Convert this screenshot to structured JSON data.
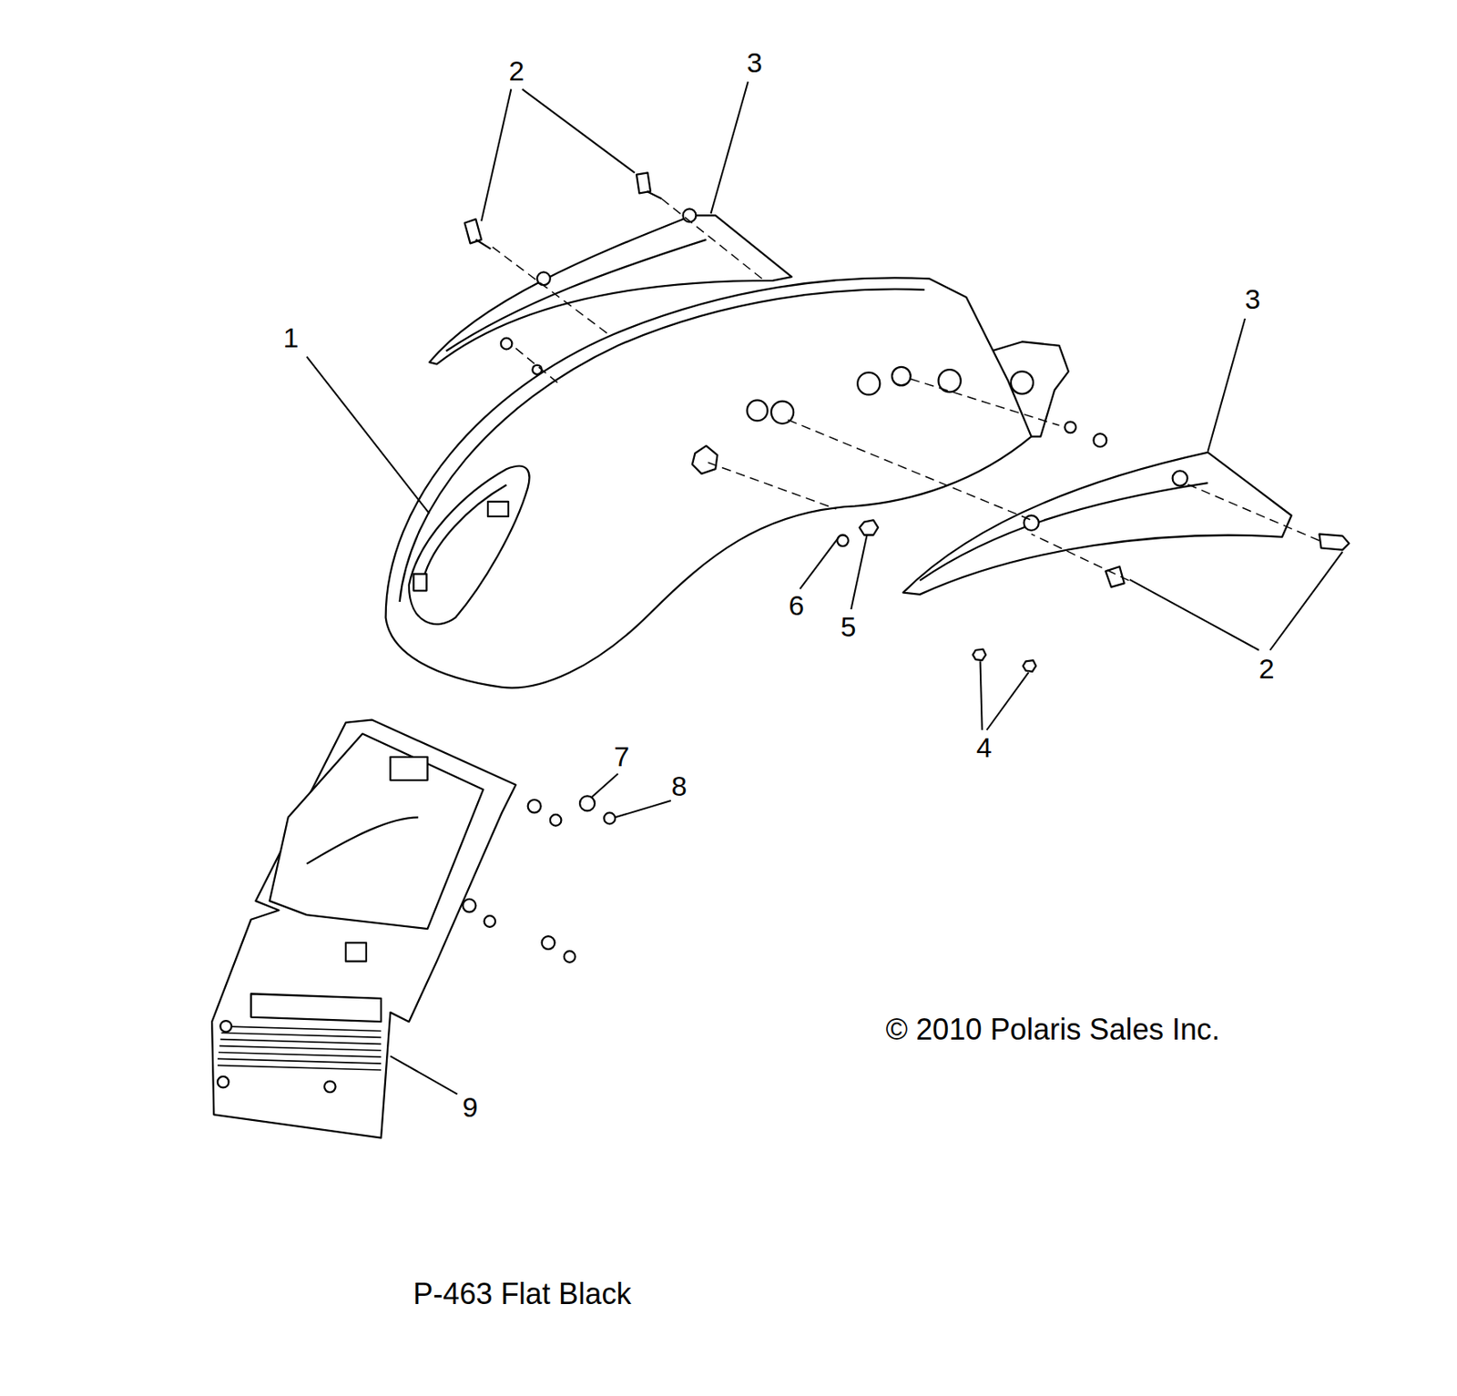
{
  "diagram": {
    "caption": "P-463 Flat Black",
    "labels": [
      "2",
      "3",
      "1",
      "3",
      "6",
      "5",
      "2",
      "4",
      "7",
      "8",
      "9",
      "© 2010 Polaris Sales Inc."
    ]
  }
}
